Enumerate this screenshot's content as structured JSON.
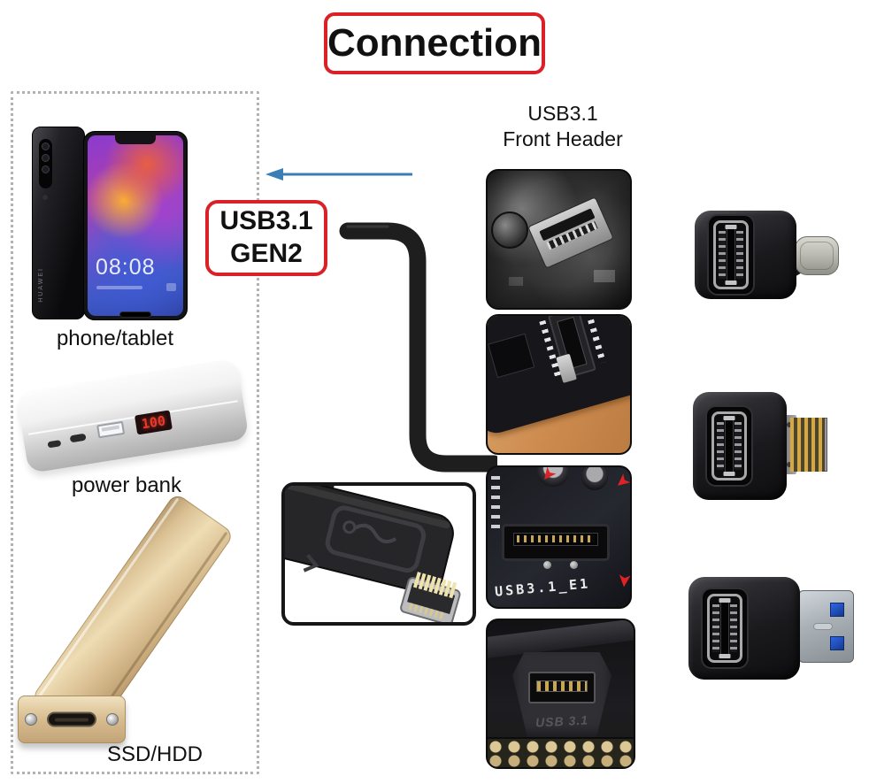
{
  "title": "Connection",
  "cable_tag": {
    "line1": "USB3.1",
    "line2": "GEN2"
  },
  "front_header": {
    "line1": "USB3.1",
    "line2": "Front Header"
  },
  "devices": {
    "phone": {
      "label": "phone/tablet",
      "clock": "08:08",
      "brand": "HUAWEI"
    },
    "power_bank": {
      "label": "power bank",
      "battery_display": "100"
    },
    "ssd": {
      "label": "SSD/HDD"
    }
  },
  "motherboard_photos": {
    "silkscreen_text": "USB3.1_E1",
    "case_embossed_text": "USB 3.1"
  },
  "adapters": [
    {
      "name": "type-e-female-to-usb-c-male"
    },
    {
      "name": "type-e-female-to-type-e-male"
    },
    {
      "name": "type-e-female-to-usb-a-male"
    }
  ],
  "colors": {
    "accent_red": "#da2128",
    "arrow_blue": "#3b7eb5",
    "usb3_blue": "#1d4fd0",
    "gold": "#d5bc92",
    "cable_black": "#1e1e1e"
  }
}
